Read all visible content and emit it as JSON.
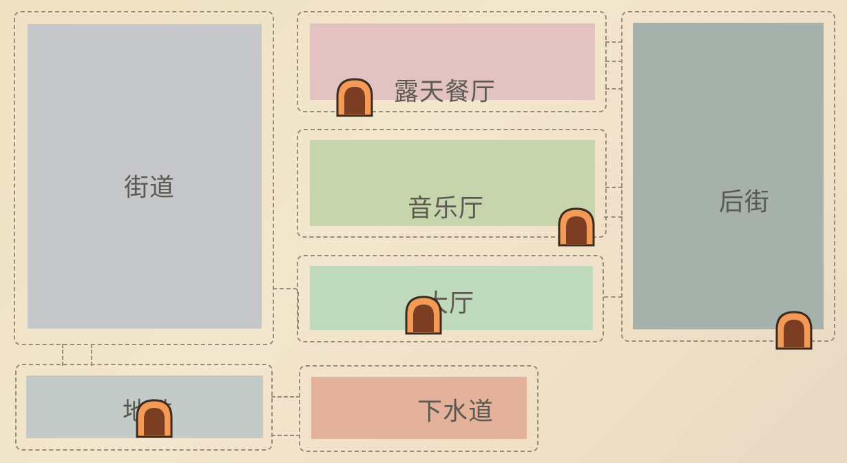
{
  "rooms": {
    "street": "街道",
    "outdoor_restaurant": "露天餐厅",
    "music_hall": "音乐厅",
    "lobby": "大厅",
    "back_street": "后街",
    "subway": "地铁",
    "sewer": "下水道"
  },
  "colors": {
    "street": "#c6c7cb",
    "outdoor_restaurant": "#e2c3c2",
    "music_hall": "#c7d5ac",
    "lobby": "#bfd9bd",
    "back_street": "#a5b1aa",
    "subway": "#c3cac8",
    "sewer": "#e4b29b",
    "door": "#f39a57",
    "door_inner": "#7b3e22"
  }
}
